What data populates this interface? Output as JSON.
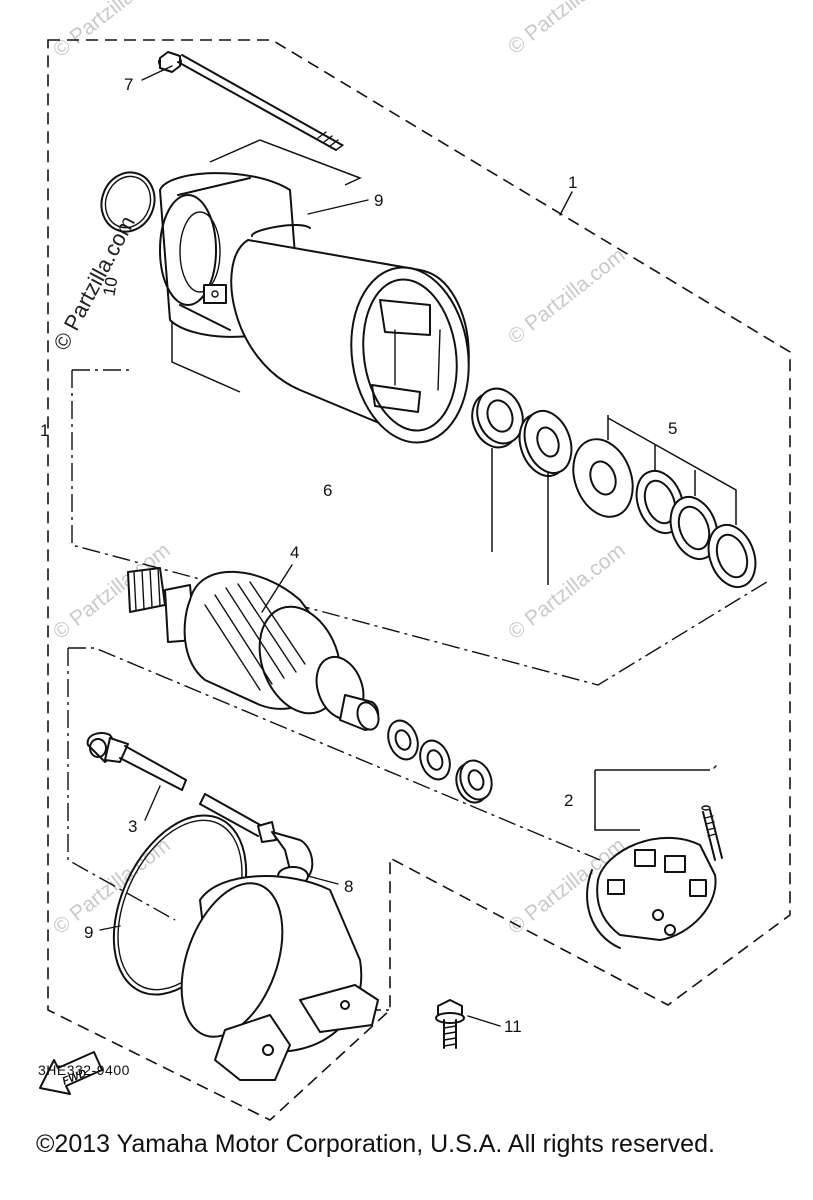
{
  "callouts": {
    "p1": "1",
    "p1b": "1",
    "p2": "2",
    "p3": "3",
    "p4": "4",
    "p5": "5",
    "p6": "6",
    "p7": "7",
    "p8": "8",
    "p9a": "9",
    "p9b": "9",
    "p10": "10",
    "p11": "11"
  },
  "direction_arrow": "FWD",
  "diagram_code": "3HE332-9400",
  "copyright": "©2013 Yamaha Motor Corporation, U.S.A. All rights reserved.",
  "watermark": "© Partzilla.com"
}
